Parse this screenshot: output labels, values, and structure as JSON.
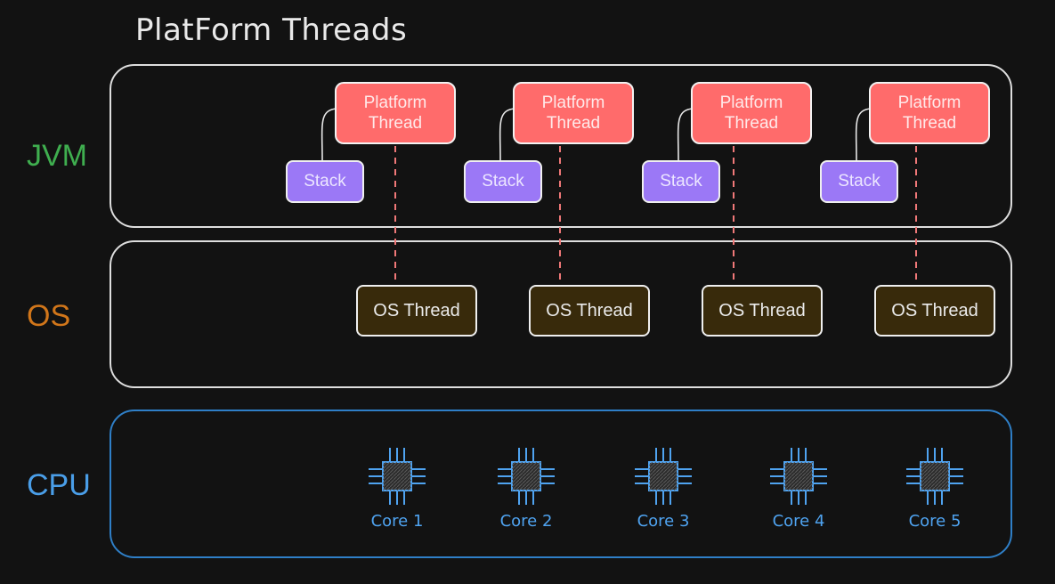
{
  "title": "PlatForm Threads",
  "layers": {
    "jvm": {
      "label": "JVM",
      "color": "#3fae4f"
    },
    "os": {
      "label": "OS",
      "color": "#d1761a"
    },
    "cpu": {
      "label": "CPU",
      "color": "#4a9ee8"
    }
  },
  "platform_threads": [
    {
      "line1": "Platform",
      "line2": "Thread",
      "stack": "Stack"
    },
    {
      "line1": "Platform",
      "line2": "Thread",
      "stack": "Stack"
    },
    {
      "line1": "Platform",
      "line2": "Thread",
      "stack": "Stack"
    },
    {
      "line1": "Platform",
      "line2": "Thread",
      "stack": "Stack"
    }
  ],
  "os_threads": [
    "OS Thread",
    "OS Thread",
    "OS Thread",
    "OS Thread"
  ],
  "cores": [
    "Core 1",
    "Core 2",
    "Core 3",
    "Core 4",
    "Core 5"
  ],
  "colors": {
    "platform_thread": "#ff6b6b",
    "stack": "#9b78f6",
    "os_thread": "#382a0b",
    "dashed_link": "#f07878",
    "cpu_border": "#2f7fc7",
    "core_icon": "#4fa3f0"
  },
  "icons": {
    "core": "cpu-chip-icon"
  }
}
